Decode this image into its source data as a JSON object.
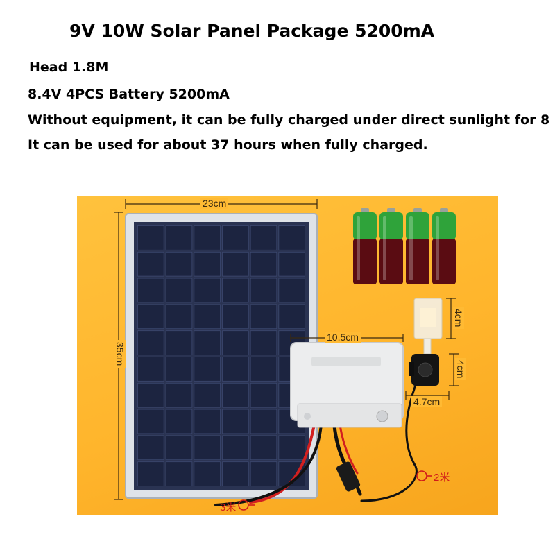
{
  "title": "9V 10W Solar Panel Package 5200mA",
  "specs": {
    "head": "Head 1.8M",
    "battery": "8.4V 4PCS Battery 5200mA",
    "charge": "Without equipment, it can be fully charged under direct sunlight for 8",
    "runtime": "It can be used for about 37 hours when fully charged."
  },
  "photo": {
    "panel_width": "23cm",
    "panel_height": "35cm",
    "box_width": "10.5cm",
    "nozzle_height": "4cm",
    "pump_height": "4cm",
    "pump_width": "4.7cm",
    "cable_panel": "3米",
    "cable_pump": "2米",
    "battery_count": 4,
    "colors": {
      "background": "#ffb52c",
      "panel_cell": "#1c2440",
      "battery_green": "#2fa33a",
      "battery_body": "#5a0c12",
      "cable_red": "#d21f1f",
      "cable_black": "#111111"
    }
  }
}
